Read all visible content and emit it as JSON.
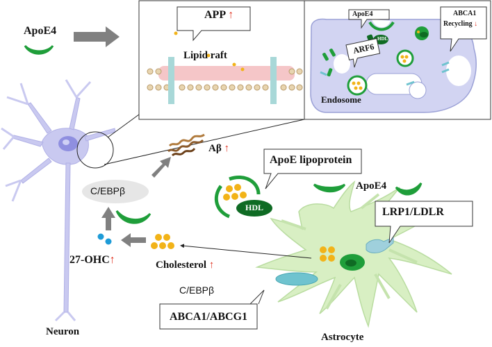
{
  "labels": {
    "apoe4_top": "ApoE4",
    "app": "APP",
    "up_arrow": "↑",
    "down_arrow": "↓",
    "lipid_raft": "Lipid raft",
    "apoe4_callout": "ApoE4",
    "hdl_small": "HDL",
    "arf6": "ARF6",
    "abca1_recycling_1": "ABCA1",
    "abca1_recycling_2": "Recycling",
    "endosome": "Endosome",
    "abeta": "Aβ",
    "apoe_lipoprotein": "ApoE lipoprotein",
    "hdl": "HDL",
    "cebpb_neuron": "C/EBPβ",
    "apoe4_astro": "ApoE4",
    "lrp1_ldlr": "LRP1/LDLR",
    "oh27": "27-OHC",
    "cholesterol": "Cholesterol",
    "cebpb_astro": "C/EBPβ",
    "abca1_abcg1": "ABCA1/ABCG1",
    "neuron": "Neuron",
    "astrocyte": "Astrocyte"
  },
  "colors": {
    "apoe_green": "#1f9e3a",
    "dark_green": "#0f6b24",
    "cholesterol_yellow": "#f2b318",
    "oh_blue": "#1e9bd7",
    "neuron_lavender": "#c9c9f0",
    "nucleus_purple": "#8f8fe0",
    "astro_green": "#d8efc3",
    "receptor_cyan": "#9fd0dc",
    "raft_pink": "#f5c6c8",
    "cell_lavender": "#d2d4f2",
    "arrow_gray": "#808080",
    "abeta_brown": "#8b5a2b",
    "red_arrow": "#e0301e"
  }
}
